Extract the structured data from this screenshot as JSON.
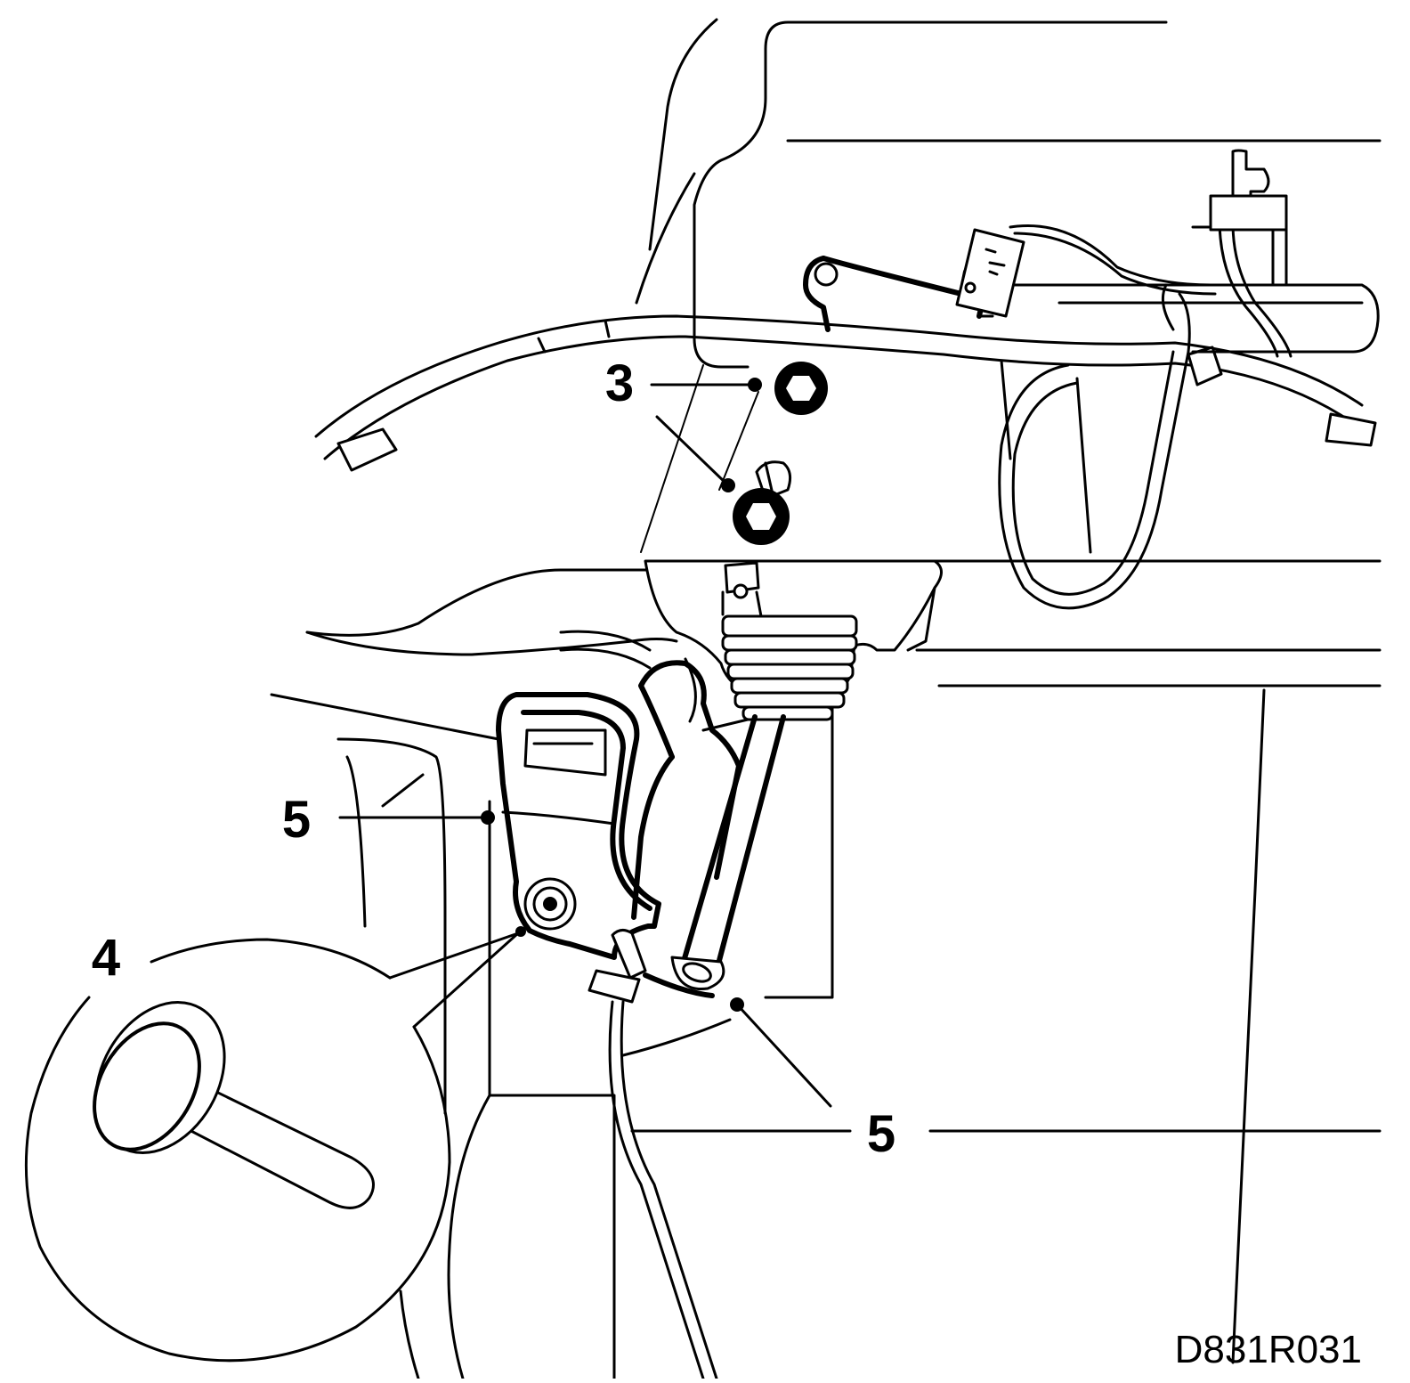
{
  "figure_id": "D831R031",
  "callouts": {
    "bolts": "3",
    "rivet": "4",
    "bracket_left": "5",
    "bracket_right": "5"
  },
  "colors": {
    "ink": "#000000",
    "paper": "#ffffff"
  }
}
